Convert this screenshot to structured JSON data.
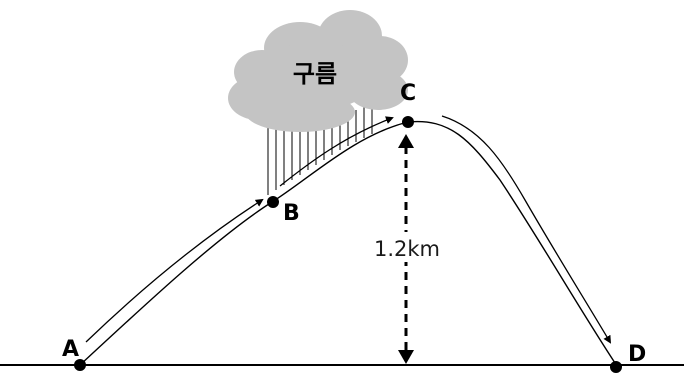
{
  "diagram": {
    "cloud_label": "구름",
    "points": {
      "a": "A",
      "b": "B",
      "c": "C",
      "d": "D"
    },
    "height_label": "1.2km"
  },
  "colors": {
    "cloud": "#c4c4c4",
    "line": "#000000",
    "background": "#ffffff"
  }
}
